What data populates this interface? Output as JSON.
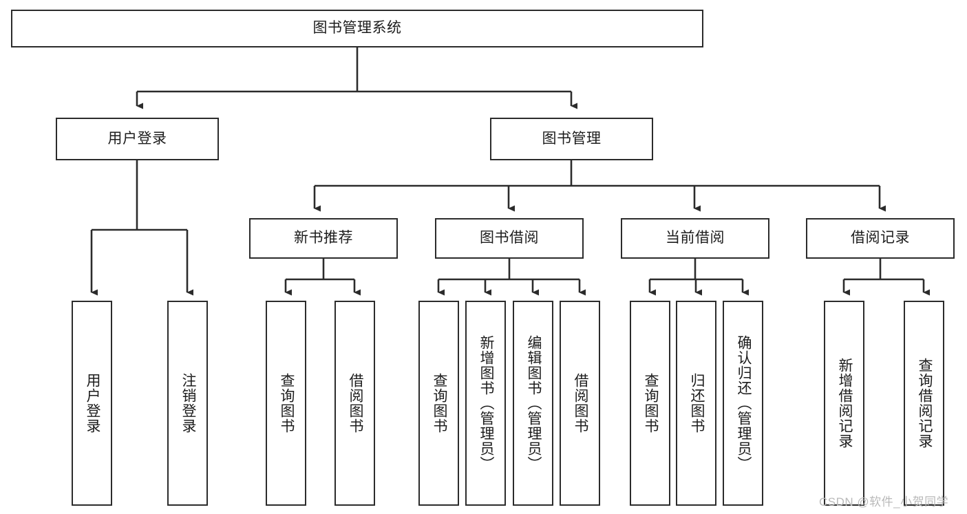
{
  "diagram": {
    "title": "图书管理系统",
    "type": "tree-hierarchy-chart",
    "orientation": "top-down",
    "colors": {
      "box_border": "#2b2b2b",
      "box_fill": "#ffffff",
      "connector": "#2b2b2b",
      "text": "#1c1c1c",
      "watermark": "#b9b9b9",
      "background": "#ffffff"
    }
  },
  "root": {
    "label": "图书管理系统"
  },
  "level2": [
    {
      "label": "用户登录"
    },
    {
      "label": "图书管理"
    }
  ],
  "level3": [
    {
      "label": "新书推荐"
    },
    {
      "label": "图书借阅"
    },
    {
      "label": "当前借阅"
    },
    {
      "label": "借阅记录"
    }
  ],
  "leaves": {
    "user_login": [
      {
        "label": "用户登录"
      },
      {
        "label": "注销登录"
      }
    ],
    "new_book_recommend": [
      {
        "label": "查询图书"
      },
      {
        "label": "借阅图书"
      }
    ],
    "book_borrow": [
      {
        "label": "查询图书"
      },
      {
        "label": "新增图书（管理员）"
      },
      {
        "label": "编辑图书（管理员）"
      },
      {
        "label": "借阅图书"
      }
    ],
    "current_borrow": [
      {
        "label": "查询图书"
      },
      {
        "label": "归还图书"
      },
      {
        "label": "确认归还（管理员）"
      }
    ],
    "borrow_record": [
      {
        "label": "新增借阅记录"
      },
      {
        "label": "查询借阅记录"
      }
    ]
  },
  "watermark": {
    "text": "CSDN @软件_小贺同学"
  }
}
